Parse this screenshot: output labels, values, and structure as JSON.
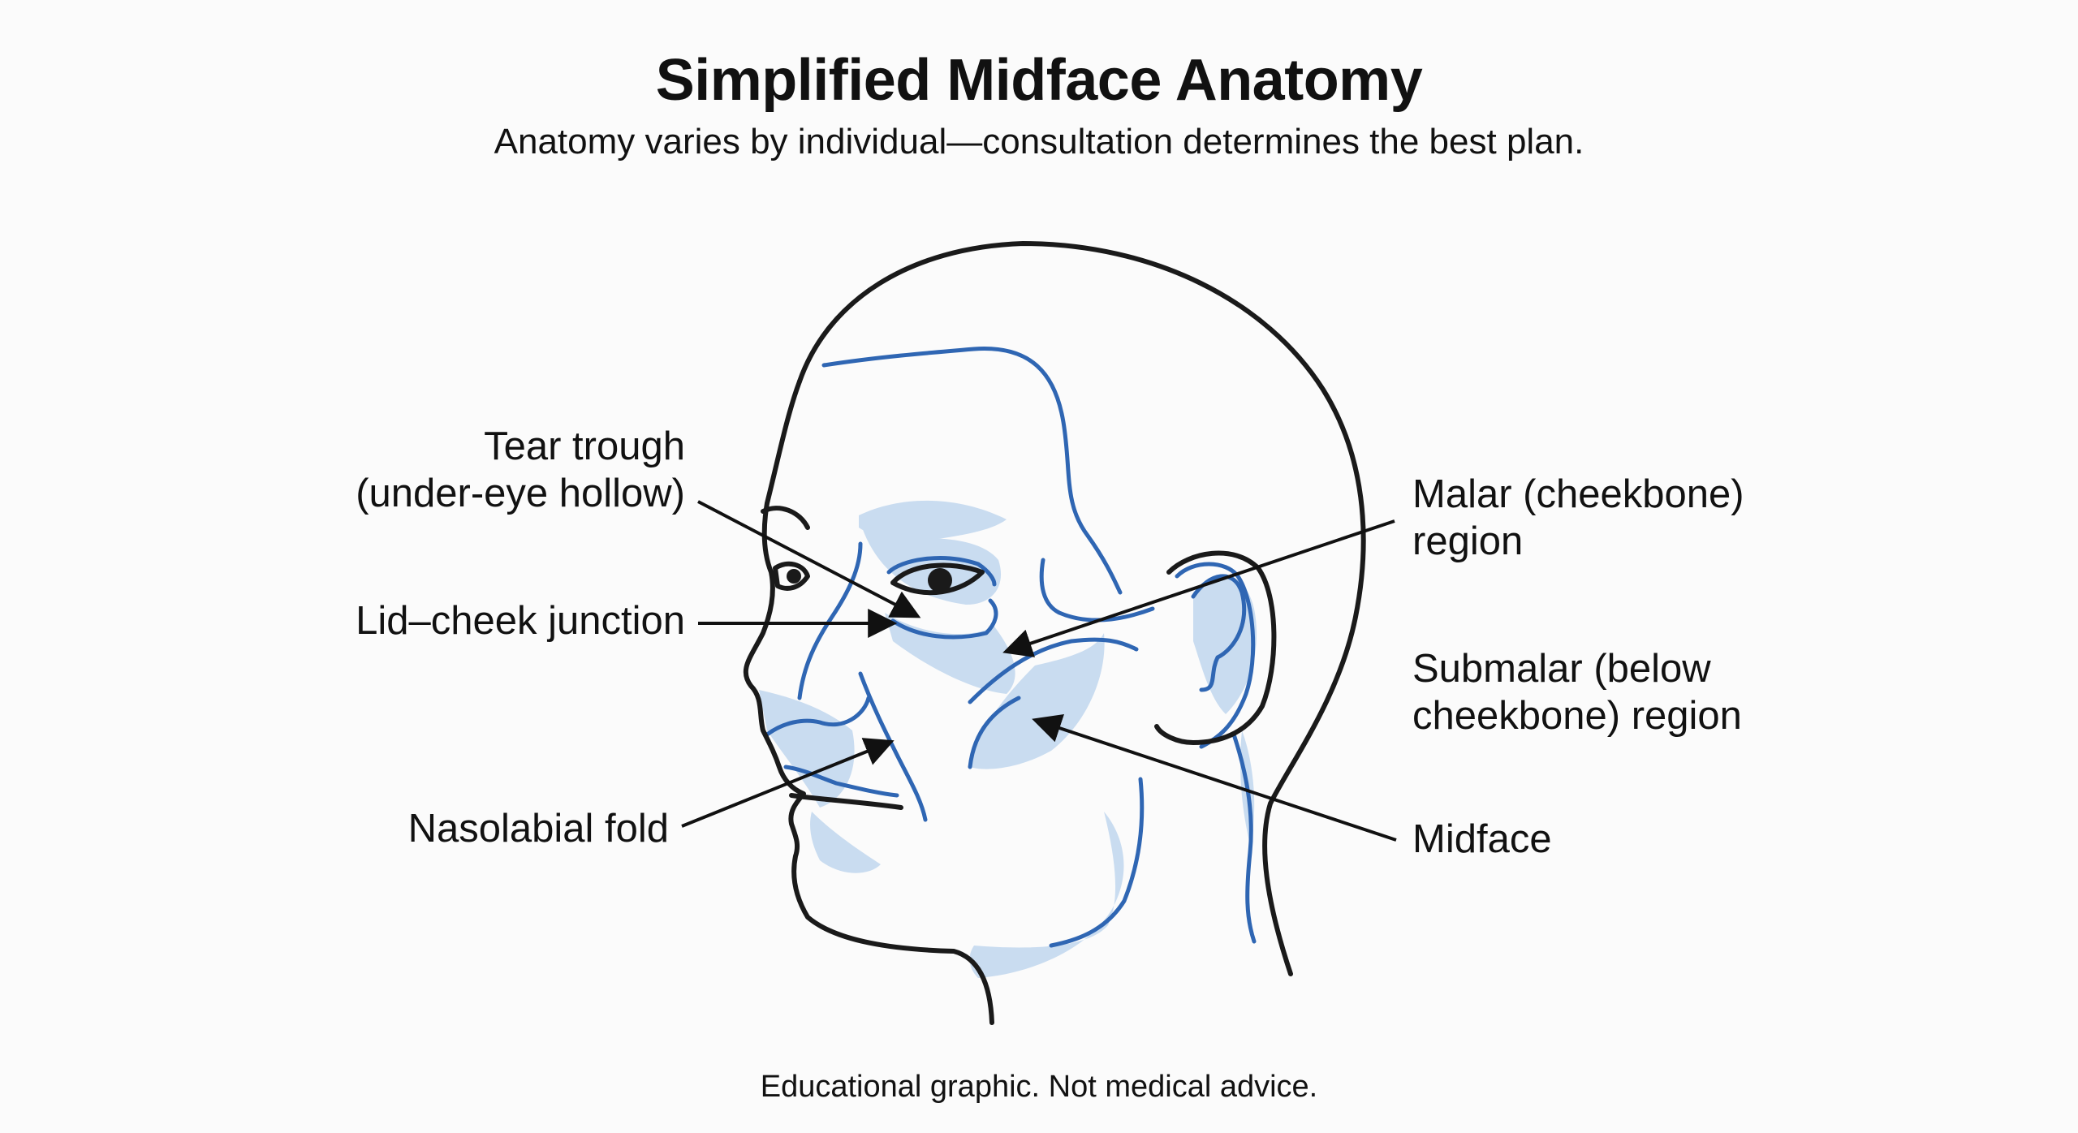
{
  "title": "Simplified Midface Anatomy",
  "subtitle": "Anatomy varies by individual—consultation determines the best plan.",
  "footer": "Educational graphic. Not medical advice.",
  "labels": {
    "tear_trough": {
      "line1": "Tear trough",
      "line2": "(under-eye hollow)"
    },
    "lid_cheek": {
      "line1": "Lid–cheek junction"
    },
    "nasolabial": {
      "line1": "Nasolabial fold"
    },
    "malar": {
      "line1": "Malar (cheekbone)",
      "line2": "region"
    },
    "submalar": {
      "line1": "Submalar (below",
      "line2": "cheekbone) region"
    },
    "midface": {
      "line1": "Midface"
    }
  },
  "colors": {
    "outline": "#1a1a1a",
    "contour": "#2f66b3",
    "shading": "#c9dcf0",
    "text": "#111111",
    "background": "#fbfbfb"
  }
}
